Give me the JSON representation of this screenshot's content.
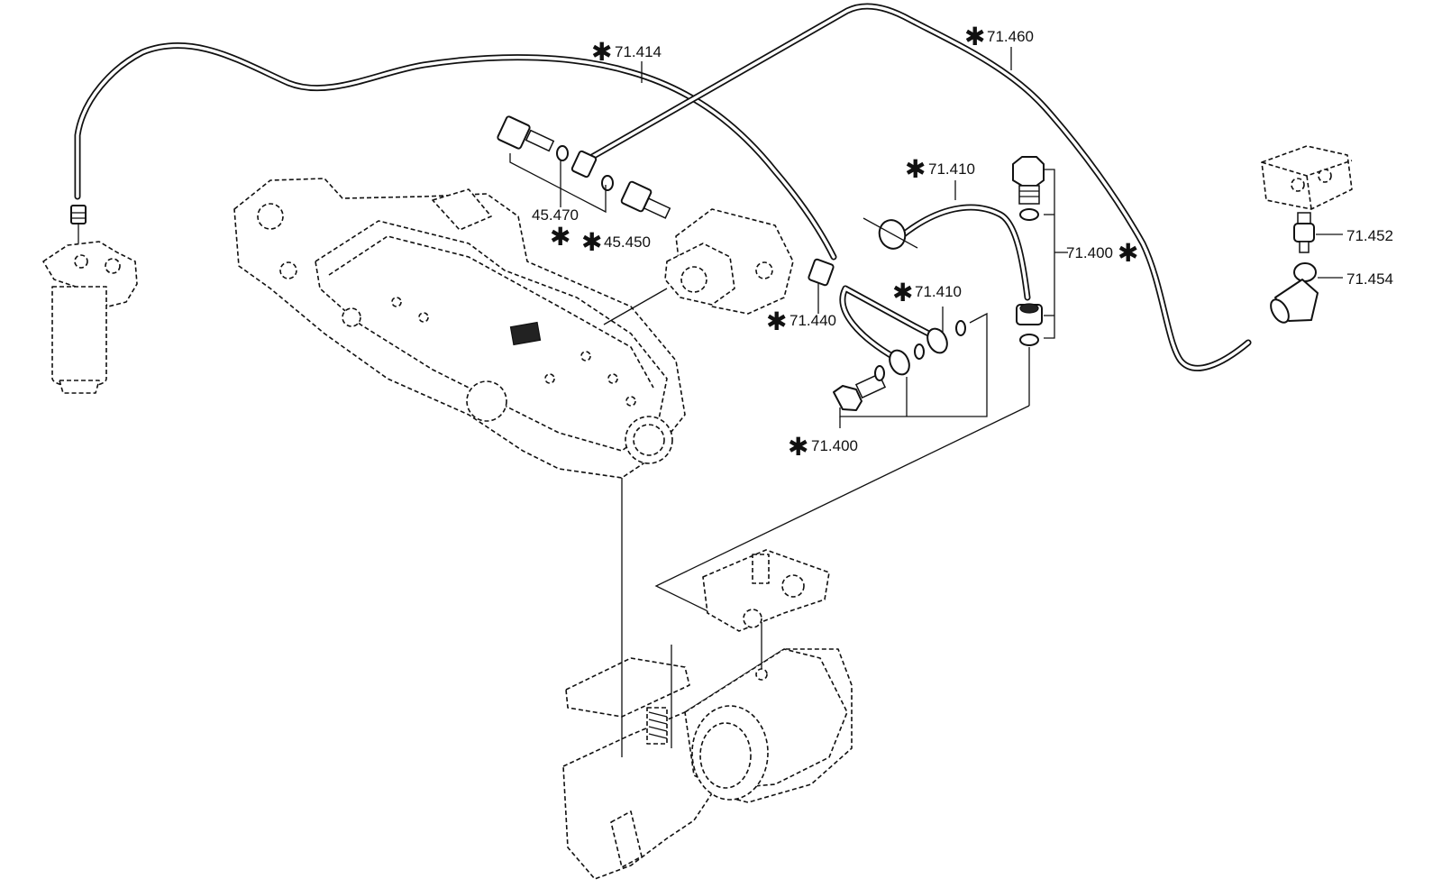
{
  "labels": [
    {
      "id": "l71414",
      "text": "71.414",
      "star": true
    },
    {
      "id": "l71460",
      "text": "71.460",
      "star": true
    },
    {
      "id": "l71410a",
      "text": "71.410",
      "star": true
    },
    {
      "id": "l45470",
      "text": "45.470",
      "star": false
    },
    {
      "id": "l45450",
      "text": "45.450",
      "star": true
    },
    {
      "id": "l71400r",
      "text": "71.400",
      "star": true
    },
    {
      "id": "l71452",
      "text": "71.452",
      "star": false
    },
    {
      "id": "l71454",
      "text": "71.454",
      "star": false
    },
    {
      "id": "l71410b",
      "text": "71.410",
      "star": true
    },
    {
      "id": "l71440",
      "text": "71.440",
      "star": true
    },
    {
      "id": "l71400b",
      "text": "71.400",
      "star": true
    }
  ],
  "extra_star": "✱",
  "star_glyph": "✱"
}
